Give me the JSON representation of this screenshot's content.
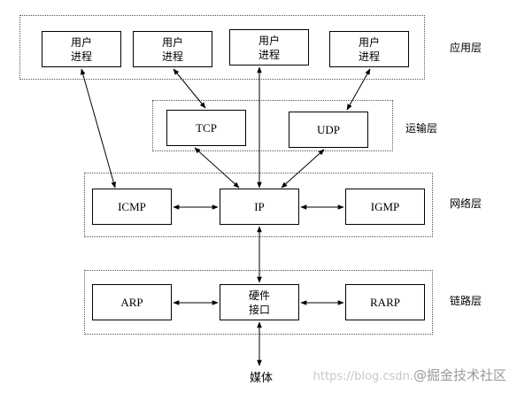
{
  "layers": [
    {
      "label": "应用层"
    },
    {
      "label": "运输层"
    },
    {
      "label": "网络层"
    },
    {
      "label": "链路层"
    }
  ],
  "application": {
    "processes": [
      {
        "line1": "用户",
        "line2": "进程"
      },
      {
        "line1": "用户",
        "line2": "进程"
      },
      {
        "line1": "用户",
        "line2": "进程"
      },
      {
        "line1": "用户",
        "line2": "进程"
      }
    ]
  },
  "transport": {
    "tcp": "TCP",
    "udp": "UDP"
  },
  "network": {
    "icmp": "ICMP",
    "ip": "IP",
    "igmp": "IGMP"
  },
  "link": {
    "arp": "ARP",
    "hw_line1": "硬件",
    "hw_line2": "接口",
    "rarp": "RARP"
  },
  "media": "媒体",
  "watermark": {
    "url": "https://blog.csdn.",
    "brand": "@掘金技术社区"
  }
}
